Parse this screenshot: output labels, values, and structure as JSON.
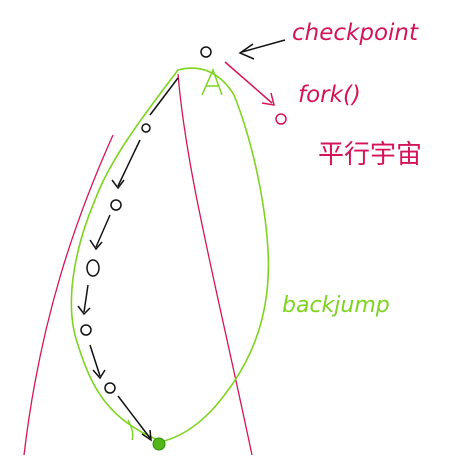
{
  "labels": {
    "checkpoint": "checkpoint",
    "fork": "fork()",
    "chinese_note": "平行宇宙",
    "backjump": "backjump",
    "node_a": "A"
  },
  "colors": {
    "ink": "#111111",
    "red": "#d4145a",
    "green": "#7ed321",
    "green_dot": "#52b818"
  },
  "icons": {
    "arrow": "hand-drawn-arrow",
    "node": "small-circle"
  }
}
